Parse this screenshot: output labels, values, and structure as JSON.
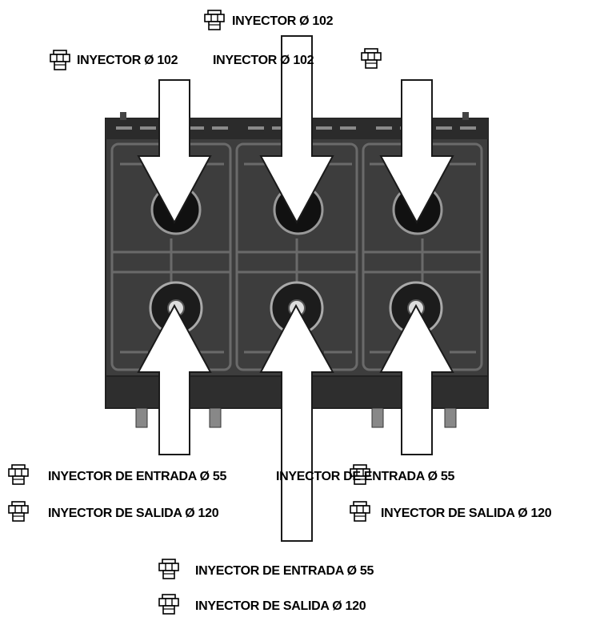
{
  "labels": {
    "top_center": "INYECTOR Ø 102",
    "top_left": "INYECTOR Ø 102",
    "top_middle": "INYECTOR Ø 102",
    "bottom_left_entrada": "INYECTOR DE ENTRADA Ø 55",
    "bottom_left_salida": "INYECTOR DE SALIDA Ø 120",
    "bottom_right_entrada": "INYECTOR DE ENTRADA Ø 55",
    "bottom_right_salida": "INYECTOR DE SALIDA Ø 120",
    "bottom_center_entrada": "INYECTOR DE ENTRADA Ø 55",
    "bottom_center_salida": "INYECTOR DE SALIDA Ø 120"
  },
  "icons": {
    "injector": "injector-nozzle-icon"
  },
  "colors": {
    "cooktop": "#3d3d3d",
    "grate": "#4a4a4a",
    "arrow_fill": "#ffffff",
    "arrow_stroke": "#1a1a1a"
  }
}
